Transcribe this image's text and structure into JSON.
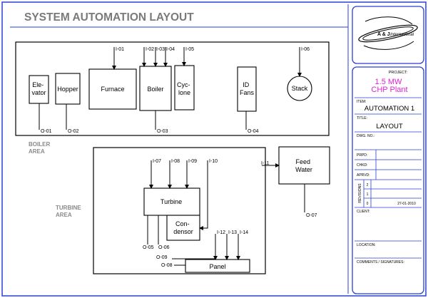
{
  "title": "SYSTEM AUTOMATION LAYOUT",
  "areas": {
    "boiler": [
      "BOILER",
      "AREA"
    ],
    "turbine": [
      "TURBINE",
      "AREA"
    ]
  },
  "equipment": {
    "elevator": [
      "Ele-",
      "vator"
    ],
    "hopper": [
      "Hopper"
    ],
    "furnace": [
      "Furnace"
    ],
    "boiler": [
      "Boiler"
    ],
    "cyclone": [
      "Cyc-",
      "lone"
    ],
    "id_fans": [
      "ID",
      "Fans"
    ],
    "stack": [
      "Stack"
    ],
    "feed_water": [
      "Feed",
      "Water"
    ],
    "turbine": [
      "Turbine"
    ],
    "condensor": [
      "Con-",
      "densor"
    ],
    "panel": [
      "Panel"
    ]
  },
  "inputs": {
    "i01": "I-01",
    "i02": "I-02",
    "i03": "I-03",
    "i04": "I-04",
    "i05": "I-05",
    "i06": "I-06",
    "i07": "I-07",
    "i08": "I-08",
    "i09": "I-09",
    "i10": "I-10",
    "i11": "I-11",
    "i12": "I-12",
    "i13": "I-13",
    "i14": "I-14"
  },
  "outputs": {
    "o01": "O-01",
    "o02": "O-02",
    "o03": "O-03",
    "o04": "O-04",
    "o05": "O-05",
    "o06": "O-06",
    "o07": "O-07",
    "o08": "O-08",
    "o09": "O-09"
  },
  "title_block": {
    "company": "A & J",
    "company_sub": "International",
    "project_label": "PROJECT:",
    "project_lines": [
      "1.5  MW",
      "CHP Plant"
    ],
    "item_label": "ITEM:",
    "item_value": "AUTOMATION 1",
    "title_label": "TITLE:",
    "title_value": "LAYOUT",
    "dwg_label": "DWG. NO.:",
    "prpd_label": "PRPD:",
    "chkd_label": "CHKD:",
    "aprvd_label": "APRVD:",
    "revisions_label": "REVISIONS",
    "revision_numbers": [
      "2",
      "1",
      "0"
    ],
    "revision_date": "27-01-2010",
    "client_label": "CLIENT:",
    "location_label": "LOCATION:",
    "comments_label": "COMMENTS / SIGNATURES:"
  },
  "colors": {
    "border": "#2a3fd6",
    "project_text": "#e020d8",
    "title_text": "#7a7a7a",
    "area_text": "#8a8a8a"
  }
}
